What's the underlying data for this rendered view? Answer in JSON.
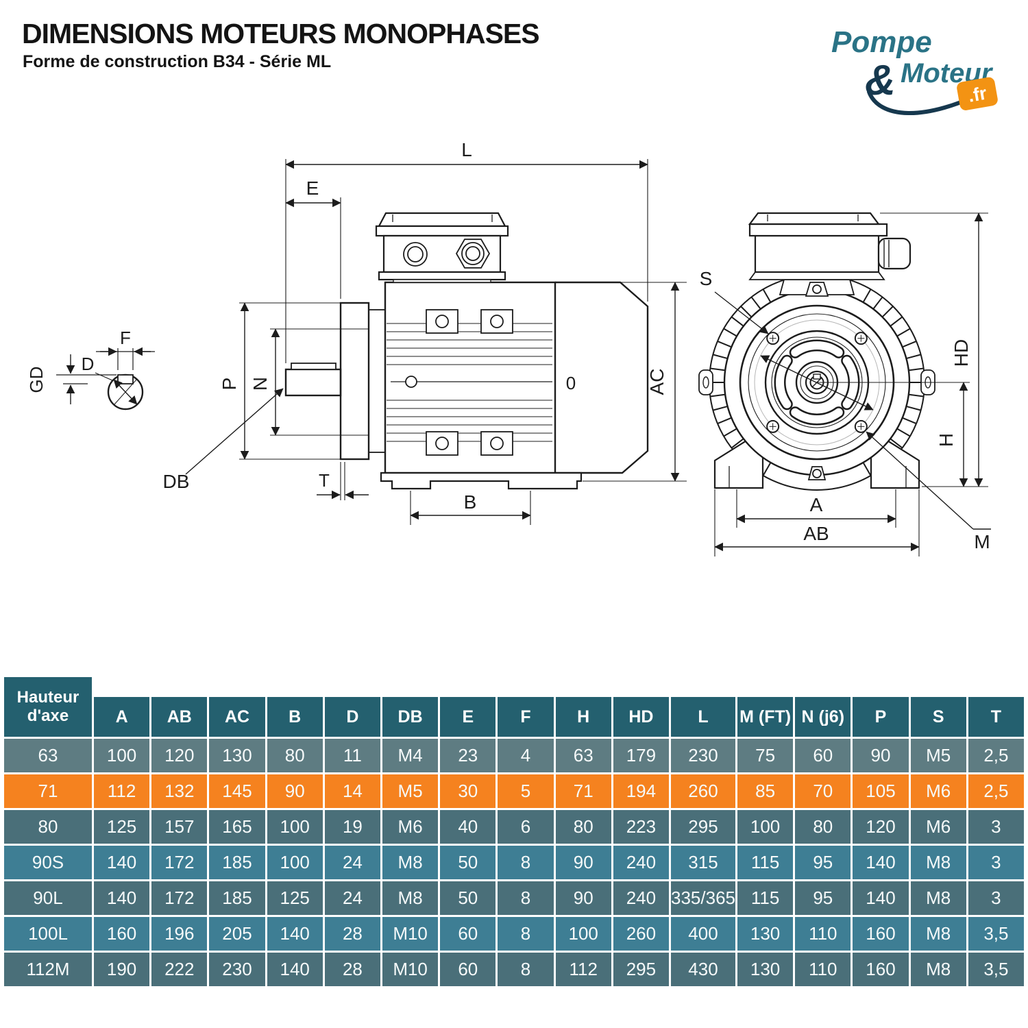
{
  "page": {
    "title": "DIMENSIONS MOTEURS MONOPHASES",
    "subtitle": "Forme de construction B34 - Série ML"
  },
  "logo": {
    "word1": "Pompe",
    "amp": "&",
    "word2": "Moteur",
    "tld": ".fr",
    "colors": {
      "teal": "#2A7386",
      "navy": "#16384E",
      "orange": "#F39313"
    }
  },
  "dims": {
    "F": "F",
    "GD": "GD",
    "D": "D",
    "DB": "DB",
    "L": "L",
    "E": "E",
    "P": "P",
    "N": "N",
    "T": "T",
    "B": "B",
    "AC": "AC",
    "O": "0",
    "S": "S",
    "HD": "HD",
    "H": "H",
    "A": "A",
    "AB": "AB",
    "M": "M"
  },
  "table": {
    "corner_label_line1": "Hauteur",
    "corner_label_line2": "d'axe",
    "columns": [
      "A",
      "AB",
      "AC",
      "B",
      "D",
      "DB",
      "E",
      "F",
      "H",
      "HD",
      "L",
      "M (FT)",
      "N (j6)",
      "P",
      "S",
      "T"
    ],
    "rows": [
      {
        "label": "63",
        "bg": "#5E7C82",
        "values": [
          "100",
          "120",
          "130",
          "80",
          "11",
          "M4",
          "23",
          "4",
          "63",
          "179",
          "230",
          "75",
          "60",
          "90",
          "M5",
          "2,5"
        ]
      },
      {
        "label": "71",
        "bg": "#F5821F",
        "values": [
          "112",
          "132",
          "145",
          "90",
          "14",
          "M5",
          "30",
          "5",
          "71",
          "194",
          "260",
          "85",
          "70",
          "105",
          "M6",
          "2,5"
        ]
      },
      {
        "label": "80",
        "bg": "#4A6F79",
        "values": [
          "125",
          "157",
          "165",
          "100",
          "19",
          "M6",
          "40",
          "6",
          "80",
          "223",
          "295",
          "100",
          "80",
          "120",
          "M6",
          "3"
        ]
      },
      {
        "label": "90S",
        "bg": "#3E7E94",
        "values": [
          "140",
          "172",
          "185",
          "100",
          "24",
          "M8",
          "50",
          "8",
          "90",
          "240",
          "315",
          "115",
          "95",
          "140",
          "M8",
          "3"
        ]
      },
      {
        "label": "90L",
        "bg": "#4A6F79",
        "values": [
          "140",
          "172",
          "185",
          "125",
          "24",
          "M8",
          "50",
          "8",
          "90",
          "240",
          "335/365",
          "115",
          "95",
          "140",
          "M8",
          "3"
        ]
      },
      {
        "label": "100L",
        "bg": "#3E7E94",
        "values": [
          "160",
          "196",
          "205",
          "140",
          "28",
          "M10",
          "60",
          "8",
          "100",
          "260",
          "400",
          "130",
          "110",
          "160",
          "M8",
          "3,5"
        ]
      },
      {
        "label": "112M",
        "bg": "#4A6F79",
        "values": [
          "190",
          "222",
          "230",
          "140",
          "28",
          "M10",
          "60",
          "8",
          "112",
          "295",
          "430",
          "130",
          "110",
          "160",
          "M8",
          "3,5"
        ]
      }
    ],
    "colors": {
      "header_bg": "#24606F",
      "highlight": "#F5821F",
      "grid": "#FFFFFF",
      "text": "#F6FAFA"
    }
  }
}
